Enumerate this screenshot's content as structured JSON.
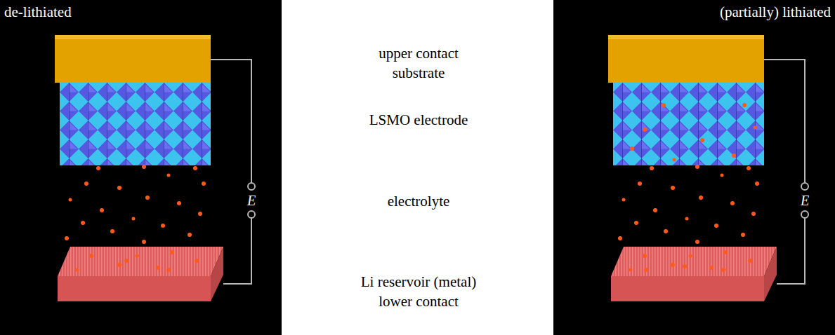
{
  "diagram": {
    "nodes": [
      {
        "text": [
          "de-lithiated"
        ]
      },
      {
        "text": [
          "(partially) lithiated"
        ]
      }
    ],
    "labels": [
      "upper contact substrate",
      "LSMO electrode",
      "electrolyte",
      "Li reservoir (metal) lower contact",
      "E",
      "E"
    ]
  }
}
